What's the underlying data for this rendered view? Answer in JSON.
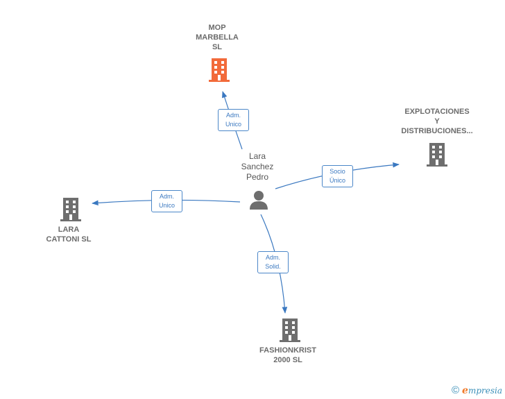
{
  "center": {
    "label": "Lara\nSanchez\nPedro",
    "icon": "person-icon"
  },
  "nodes": [
    {
      "id": "mop",
      "label": "MOP\nMARBELLA\nSL",
      "icon": "building-icon",
      "color": "#f26a3a",
      "highlight": true
    },
    {
      "id": "explo",
      "label": "EXPLOTACIONES\nY\nDISTRIBUCIONES...",
      "icon": "building-icon",
      "color": "#6e6e6e"
    },
    {
      "id": "lara",
      "label": "LARA\nCATTONI SL",
      "icon": "building-icon",
      "color": "#6e6e6e"
    },
    {
      "id": "fashion",
      "label": "FASHIONKRIST\n2000 SL",
      "icon": "building-icon",
      "color": "#6e6e6e"
    }
  ],
  "edges": [
    {
      "to": "mop",
      "label": "Adm.\nUnico"
    },
    {
      "to": "explo",
      "label": "Socio\nÚnico"
    },
    {
      "to": "lara",
      "label": "Adm.\nUnico"
    },
    {
      "to": "fashion",
      "label": "Adm.\nSolid."
    }
  ],
  "colors": {
    "edge": "#3a78c0",
    "person": "#6e6e6e"
  },
  "footer": {
    "copyright": "©",
    "brand_initial": "e",
    "brand_rest": "mpresia"
  }
}
